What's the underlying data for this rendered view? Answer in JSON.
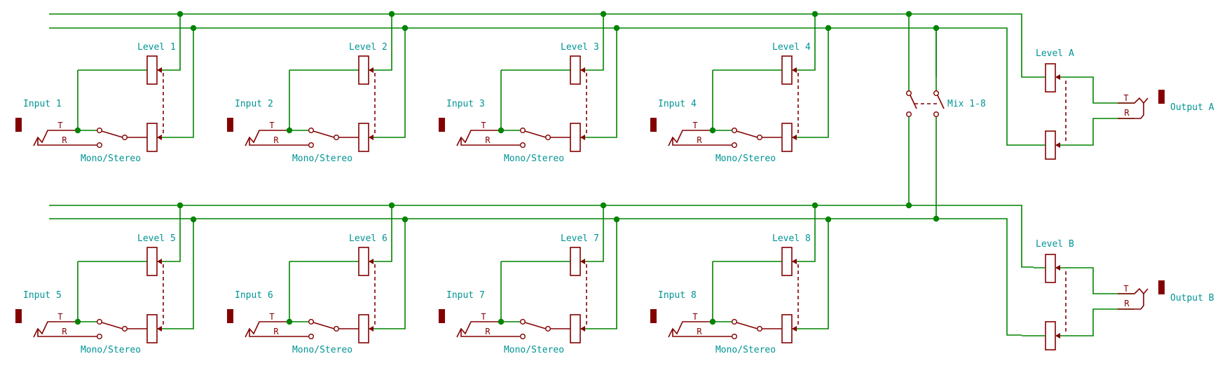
{
  "colors": {
    "wire": "#008400",
    "component": "#840000",
    "label": "#009494",
    "background": "#ffffff"
  },
  "channels": [
    {
      "input": "Input 1",
      "level": "Level 1",
      "switch": "Mono/Stereo"
    },
    {
      "input": "Input 2",
      "level": "Level 2",
      "switch": "Mono/Stereo"
    },
    {
      "input": "Input 3",
      "level": "Level 3",
      "switch": "Mono/Stereo"
    },
    {
      "input": "Input 4",
      "level": "Level 4",
      "switch": "Mono/Stereo"
    },
    {
      "input": "Input 5",
      "level": "Level 5",
      "switch": "Mono/Stereo"
    },
    {
      "input": "Input 6",
      "level": "Level 6",
      "switch": "Mono/Stereo"
    },
    {
      "input": "Input 7",
      "level": "Level 7",
      "switch": "Mono/Stereo"
    },
    {
      "input": "Input 8",
      "level": "Level 8",
      "switch": "Mono/Stereo"
    }
  ],
  "outputs": [
    {
      "output": "Output A",
      "level": "Level A"
    },
    {
      "output": "Output B",
      "level": "Level B"
    }
  ],
  "mix_switch": "Mix 1-8",
  "pins": {
    "tip": "T",
    "ring": "R"
  }
}
